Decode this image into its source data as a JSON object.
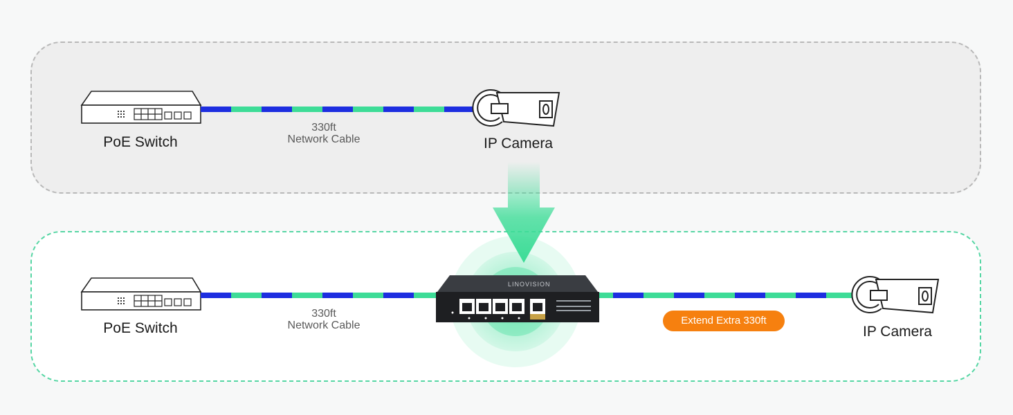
{
  "top": {
    "switch_label": "PoE Switch",
    "cable_length": "330ft",
    "cable_type": "Network Cable",
    "camera_label": "IP Camera"
  },
  "bottom": {
    "switch_label": "PoE Switch",
    "cable_length": "330ft",
    "cable_type": "Network Cable",
    "extender_brand": "LINOVISION",
    "extend_badge": "Extend Extra 330ft",
    "camera_label": "IP Camera"
  },
  "colors": {
    "cable_blue": "#1d2ee0",
    "cable_green": "#3ddc97",
    "accent_orange": "#f6800f",
    "glow_green": "#3ddc97"
  },
  "icons": {
    "switch": "poe-switch-icon",
    "camera": "ip-camera-icon",
    "extender": "poe-extender-icon",
    "arrow": "down-arrow-icon"
  }
}
